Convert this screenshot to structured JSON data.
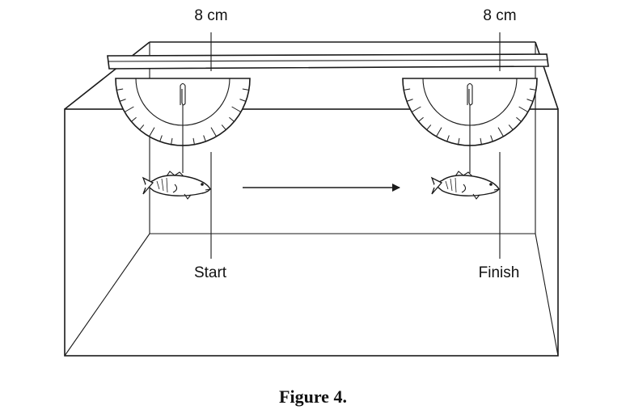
{
  "labels": {
    "left_top": "8 cm",
    "right_top": "8 cm",
    "start": "Start",
    "finish": "Finish"
  },
  "caption": "Figure 4."
}
